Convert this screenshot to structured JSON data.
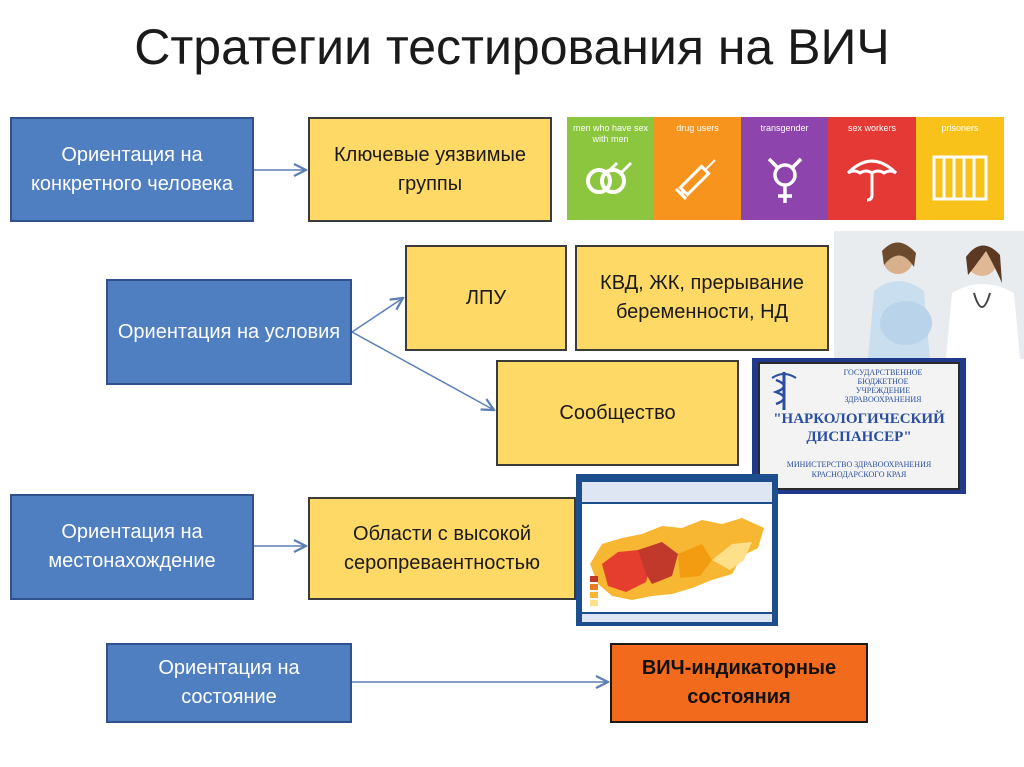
{
  "title": "Стратегии тестирования на ВИЧ",
  "rows": {
    "person": {
      "label": "Ориентация на конкретного человека",
      "target": "Ключевые уязвимые группы"
    },
    "conditions": {
      "label": "Ориентация на условия",
      "target_lpu": "ЛПУ",
      "target_kvd": "КВД, ЖК, прерывание беременности, НД",
      "target_community": "Сообщество"
    },
    "location": {
      "label": "Ориентация на местонахождение",
      "target": "Области с высокой серопреваентностью"
    },
    "state": {
      "label": "Ориентация на состояние",
      "target": "ВИЧ-индикаторные состояния"
    }
  },
  "key_pops": [
    {
      "label": "men who have sex with men",
      "color": "#8cc63f",
      "icon": "msm-symbol-icon"
    },
    {
      "label": "drug users",
      "color": "#f7941d",
      "icon": "syringe-icon"
    },
    {
      "label": "transgender",
      "color": "#8e44ad",
      "icon": "transgender-symbol-icon"
    },
    {
      "label": "sex workers",
      "color": "#e53935",
      "icon": "umbrella-icon"
    },
    {
      "label": "prisoners",
      "color": "#f9c21a",
      "icon": "prison-bars-icon"
    }
  ],
  "dispensary_sign": {
    "line1": "ГОСУДАРСТВЕННОЕ",
    "line2": "БЮДЖЕТНОЕ",
    "line3": "УЧРЕЖДЕНИЕ",
    "line4": "ЗДРАВООХРАНЕНИЯ",
    "name1": "\"НАРКОЛОГИЧЕСКИЙ",
    "name2": "ДИСПАНСЕР\"",
    "footer1": "МИНИСТЕРСТВО ЗДРАВООХРАНЕНИЯ",
    "footer2": "КРАСНОДАРСКОГО КРАЯ"
  }
}
